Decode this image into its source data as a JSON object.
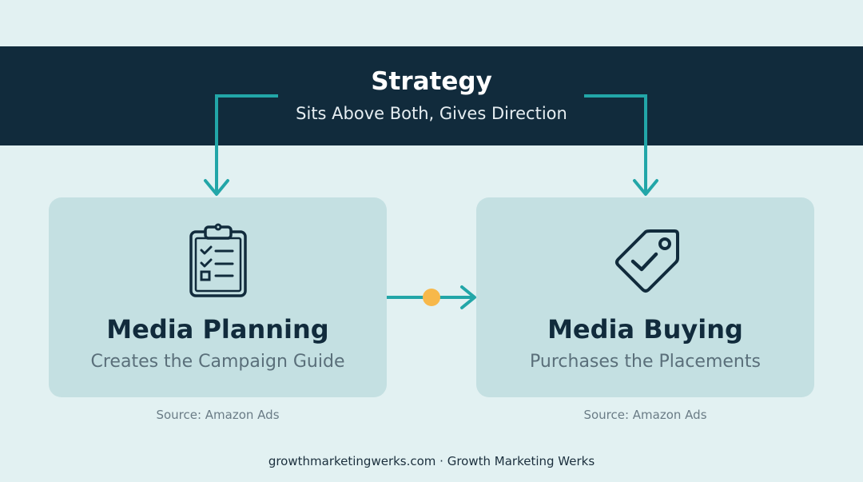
{
  "banner": {
    "title": "Strategy",
    "subtitle": "Sits Above Both, Gives Direction"
  },
  "cards": [
    {
      "title": "Media Planning",
      "subtitle": "Creates the Campaign Guide",
      "icon": "clipboard-checklist-icon",
      "source": "Source: Amazon Ads"
    },
    {
      "title": "Media Buying",
      "subtitle": "Purchases the Placements",
      "icon": "price-tag-check-icon",
      "source": "Source: Amazon Ads"
    }
  ],
  "footer": "growthmarketingwerks.com · Growth Marketing Werks",
  "colors": {
    "background": "#e2f1f2",
    "banner": "#112b3c",
    "card": "#c4e0e2",
    "connector": "#22a6a8",
    "dot": "#f7b84a",
    "text_dark": "#112b3c",
    "text_muted": "#5a6f7a"
  }
}
